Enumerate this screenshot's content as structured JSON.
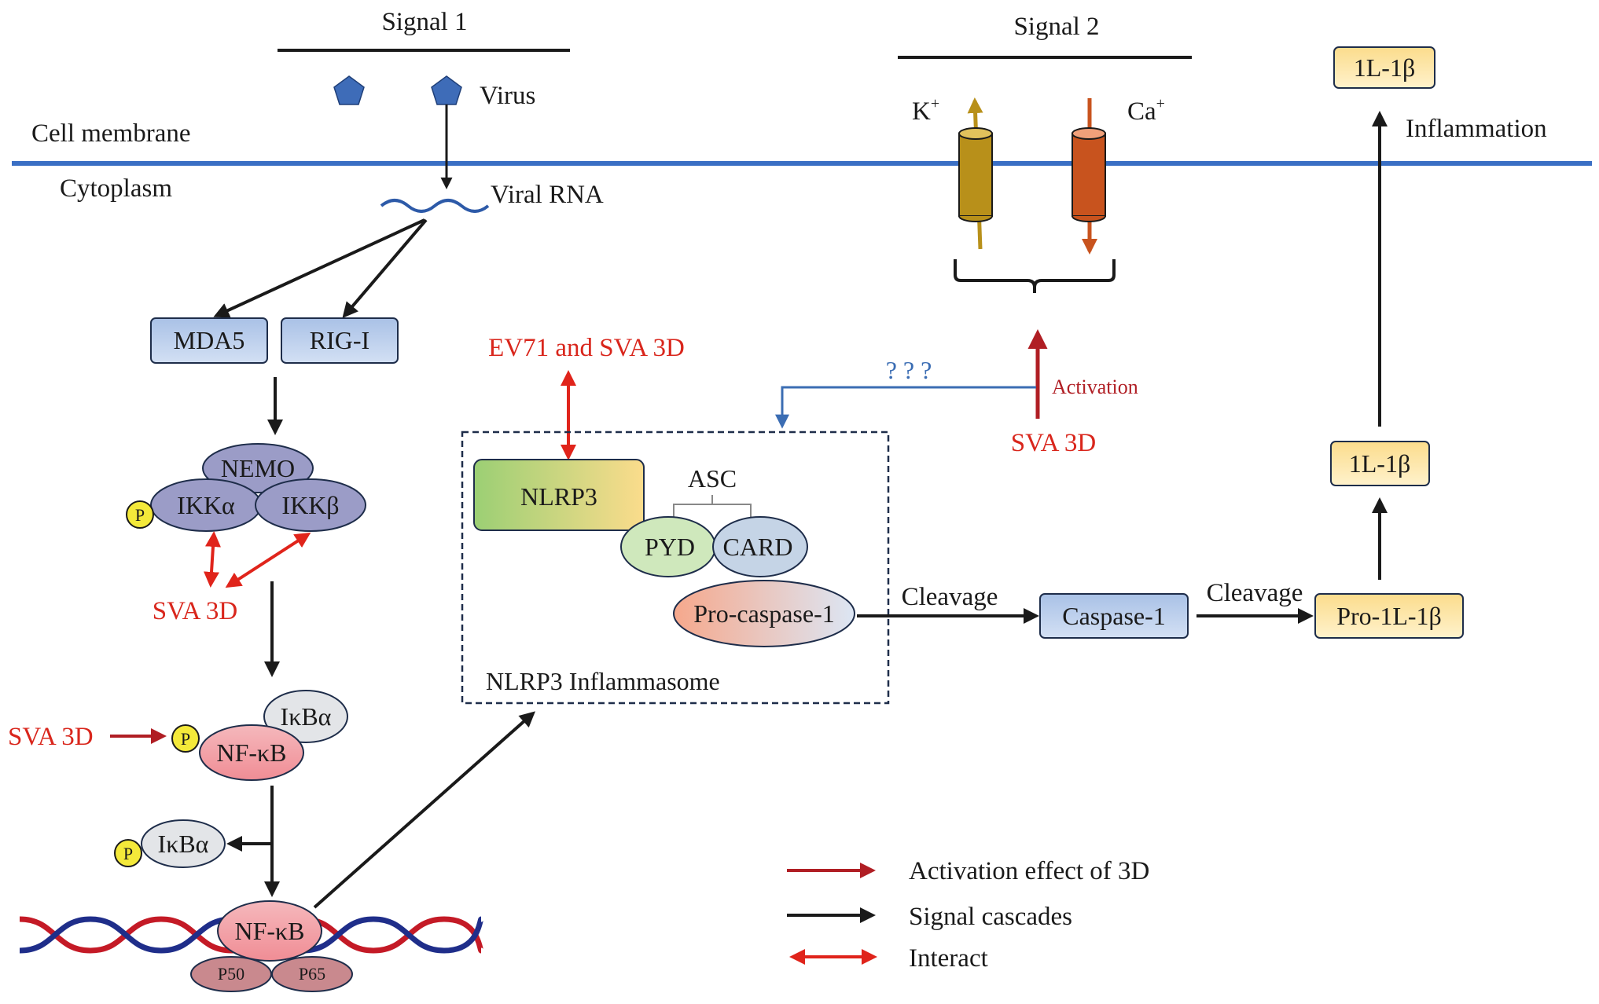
{
  "signals": {
    "signal1": "Signal 1",
    "signal2": "Signal 2"
  },
  "labels": {
    "virus": "Virus",
    "cell_membrane": "Cell membrane",
    "cytoplasm": "Cytoplasm",
    "viral_rna": "Viral RNA",
    "k_ion": "K",
    "ca_ion": "Ca",
    "ion_charge": "+",
    "inflammation": "Inflammation",
    "ev71_sva3d": "EV71 and SVA 3D",
    "question_marks": "? ? ?",
    "activation": "Activation",
    "sva3d_signal2": "SVA 3D",
    "sva3d_ikk": "SVA 3D",
    "sva3d_nfkb": "SVA 3D",
    "inflammasome": "NLRP3 Inflammasome",
    "cleavage1": "Cleavage",
    "cleavage2": "Cleavage"
  },
  "nodes": {
    "mda5": "MDA5",
    "rigi": "RIG-I",
    "nemo": "NEMO",
    "ikka": "IKKα",
    "ikkb": "IKKβ",
    "p": "P",
    "ikba": "IκBα",
    "nfkb": "NF-κB",
    "nlrp3": "NLRP3",
    "asc": "ASC",
    "pyd": "PYD",
    "card": "CARD",
    "pro_caspase": "Pro-caspase-1",
    "caspase1": "Caspase-1",
    "pro_il1b": "Pro-1L-1β",
    "il1b_mid": "1L-1β",
    "il1b_top": "1L-1β",
    "p50": "P50",
    "p65": "P65"
  },
  "legend": [
    {
      "label": "Activation effect of 3D",
      "color": "#b01e24",
      "style": "single-arrow"
    },
    {
      "label": "Signal cascades",
      "color": "#1a1a1a",
      "style": "single-arrow"
    },
    {
      "label": "Interact",
      "color": "#e0241b",
      "style": "double-arrow"
    }
  ],
  "colors": {
    "membrane": "#3a6fc4",
    "virus": "#3e6cb8",
    "activation_red": "#b01e24",
    "interact_red": "#e0241b",
    "question_blue": "#3b6db3",
    "k_channel": "#b8901a",
    "ca_channel": "#c8531e"
  }
}
